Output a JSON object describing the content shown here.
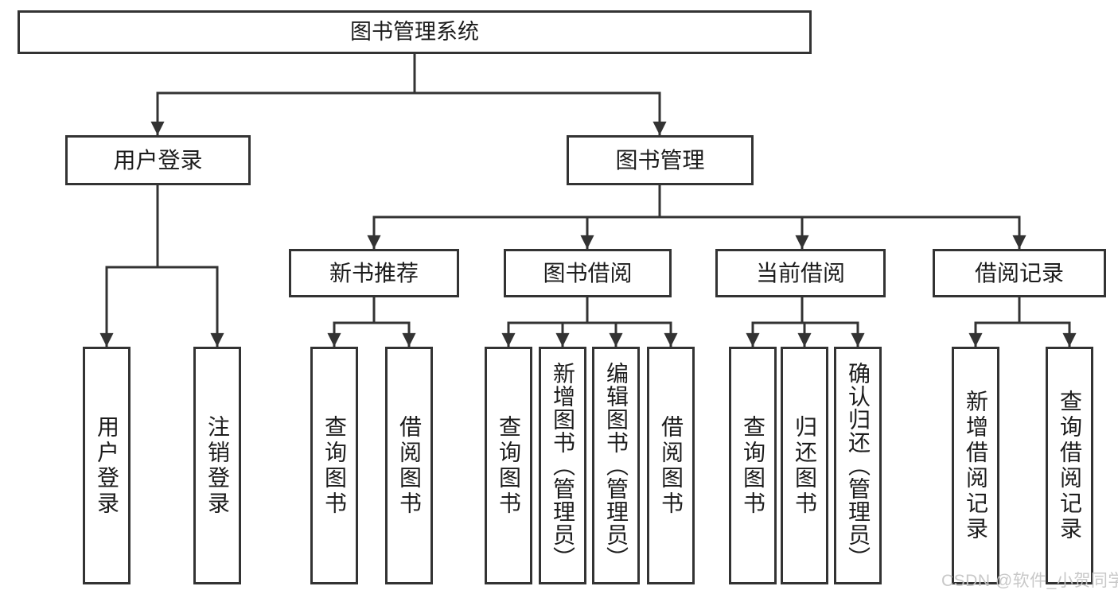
{
  "diagram": {
    "root": {
      "label": "图书管理系统"
    },
    "level2": [
      {
        "label": "用户登录"
      },
      {
        "label": "图书管理"
      }
    ],
    "level3": [
      {
        "label": "新书推荐",
        "parent": "图书管理"
      },
      {
        "label": "图书借阅",
        "parent": "图书管理"
      },
      {
        "label": "当前借阅",
        "parent": "图书管理"
      },
      {
        "label": "借阅记录",
        "parent": "图书管理"
      }
    ],
    "leaves": [
      {
        "label": "用户登录",
        "parent": "用户登录"
      },
      {
        "label": "注销登录",
        "parent": "用户登录"
      },
      {
        "label": "查询图书",
        "parent": "新书推荐"
      },
      {
        "label": "借阅图书",
        "parent": "新书推荐"
      },
      {
        "label": "查询图书",
        "parent": "图书借阅"
      },
      {
        "label": "新增图书（管理员）",
        "parent": "图书借阅"
      },
      {
        "label": "编辑图书（管理员）",
        "parent": "图书借阅"
      },
      {
        "label": "借阅图书",
        "parent": "图书借阅"
      },
      {
        "label": "查询图书",
        "parent": "当前借阅"
      },
      {
        "label": "归还图书",
        "parent": "当前借阅"
      },
      {
        "label": "确认归还（管理员）",
        "parent": "当前借阅"
      },
      {
        "label": "新增借阅记录",
        "parent": "借阅记录"
      },
      {
        "label": "查询借阅记录",
        "parent": "借阅记录"
      }
    ]
  },
  "watermark": {
    "text": "CSDN @软件_小贺同学"
  },
  "colors": {
    "line": "#333333",
    "box_border": "#333333",
    "box_fill": "#ffffff",
    "text": "#1c1c1c",
    "watermark": "#c5c5c5"
  }
}
